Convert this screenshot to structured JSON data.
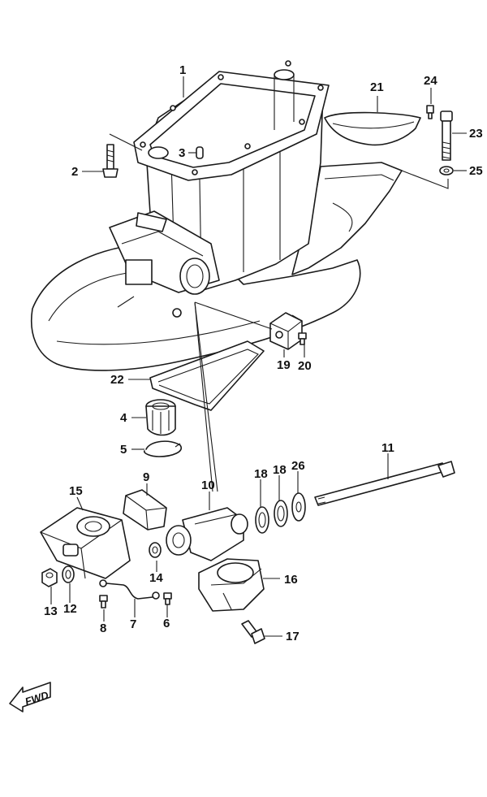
{
  "diagram": {
    "callouts": {
      "c1": "1",
      "c2": "2",
      "c3": "3",
      "c4": "4",
      "c5": "5",
      "c6": "6",
      "c7": "7",
      "c8": "8",
      "c9": "9",
      "c10": "10",
      "c11": "11",
      "c12": "12",
      "c13": "13",
      "c14": "14",
      "c15": "15",
      "c16": "16",
      "c17": "17",
      "c18a": "18",
      "c18b": "18",
      "c19": "19",
      "c20": "20",
      "c21": "21",
      "c22": "22",
      "c23": "23",
      "c24": "24",
      "c25": "25",
      "c26": "26"
    },
    "direction_label": "FWD"
  }
}
